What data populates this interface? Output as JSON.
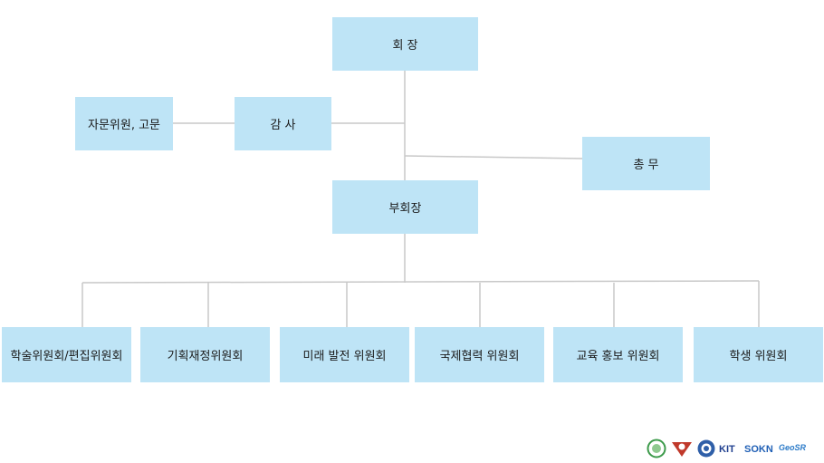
{
  "org_chart": {
    "president": "회 장",
    "auditor": "감 사",
    "advisors": "자문위원, 고문",
    "general_affairs": "총 무",
    "vice_president": "부회장",
    "committees": [
      "학술위원회/편집위원회",
      "기획재정위원회",
      "미래 발전 위원회",
      "국제협력 위원회",
      "교육 홍보 위원회",
      "학생 위원회"
    ]
  },
  "logos": {
    "kit_text": "KIT",
    "sokn_text": "SOKN",
    "geosr_text": "GeoSR"
  },
  "colors": {
    "box_fill": "#bee4f6",
    "connector": "#c8c8c8"
  }
}
